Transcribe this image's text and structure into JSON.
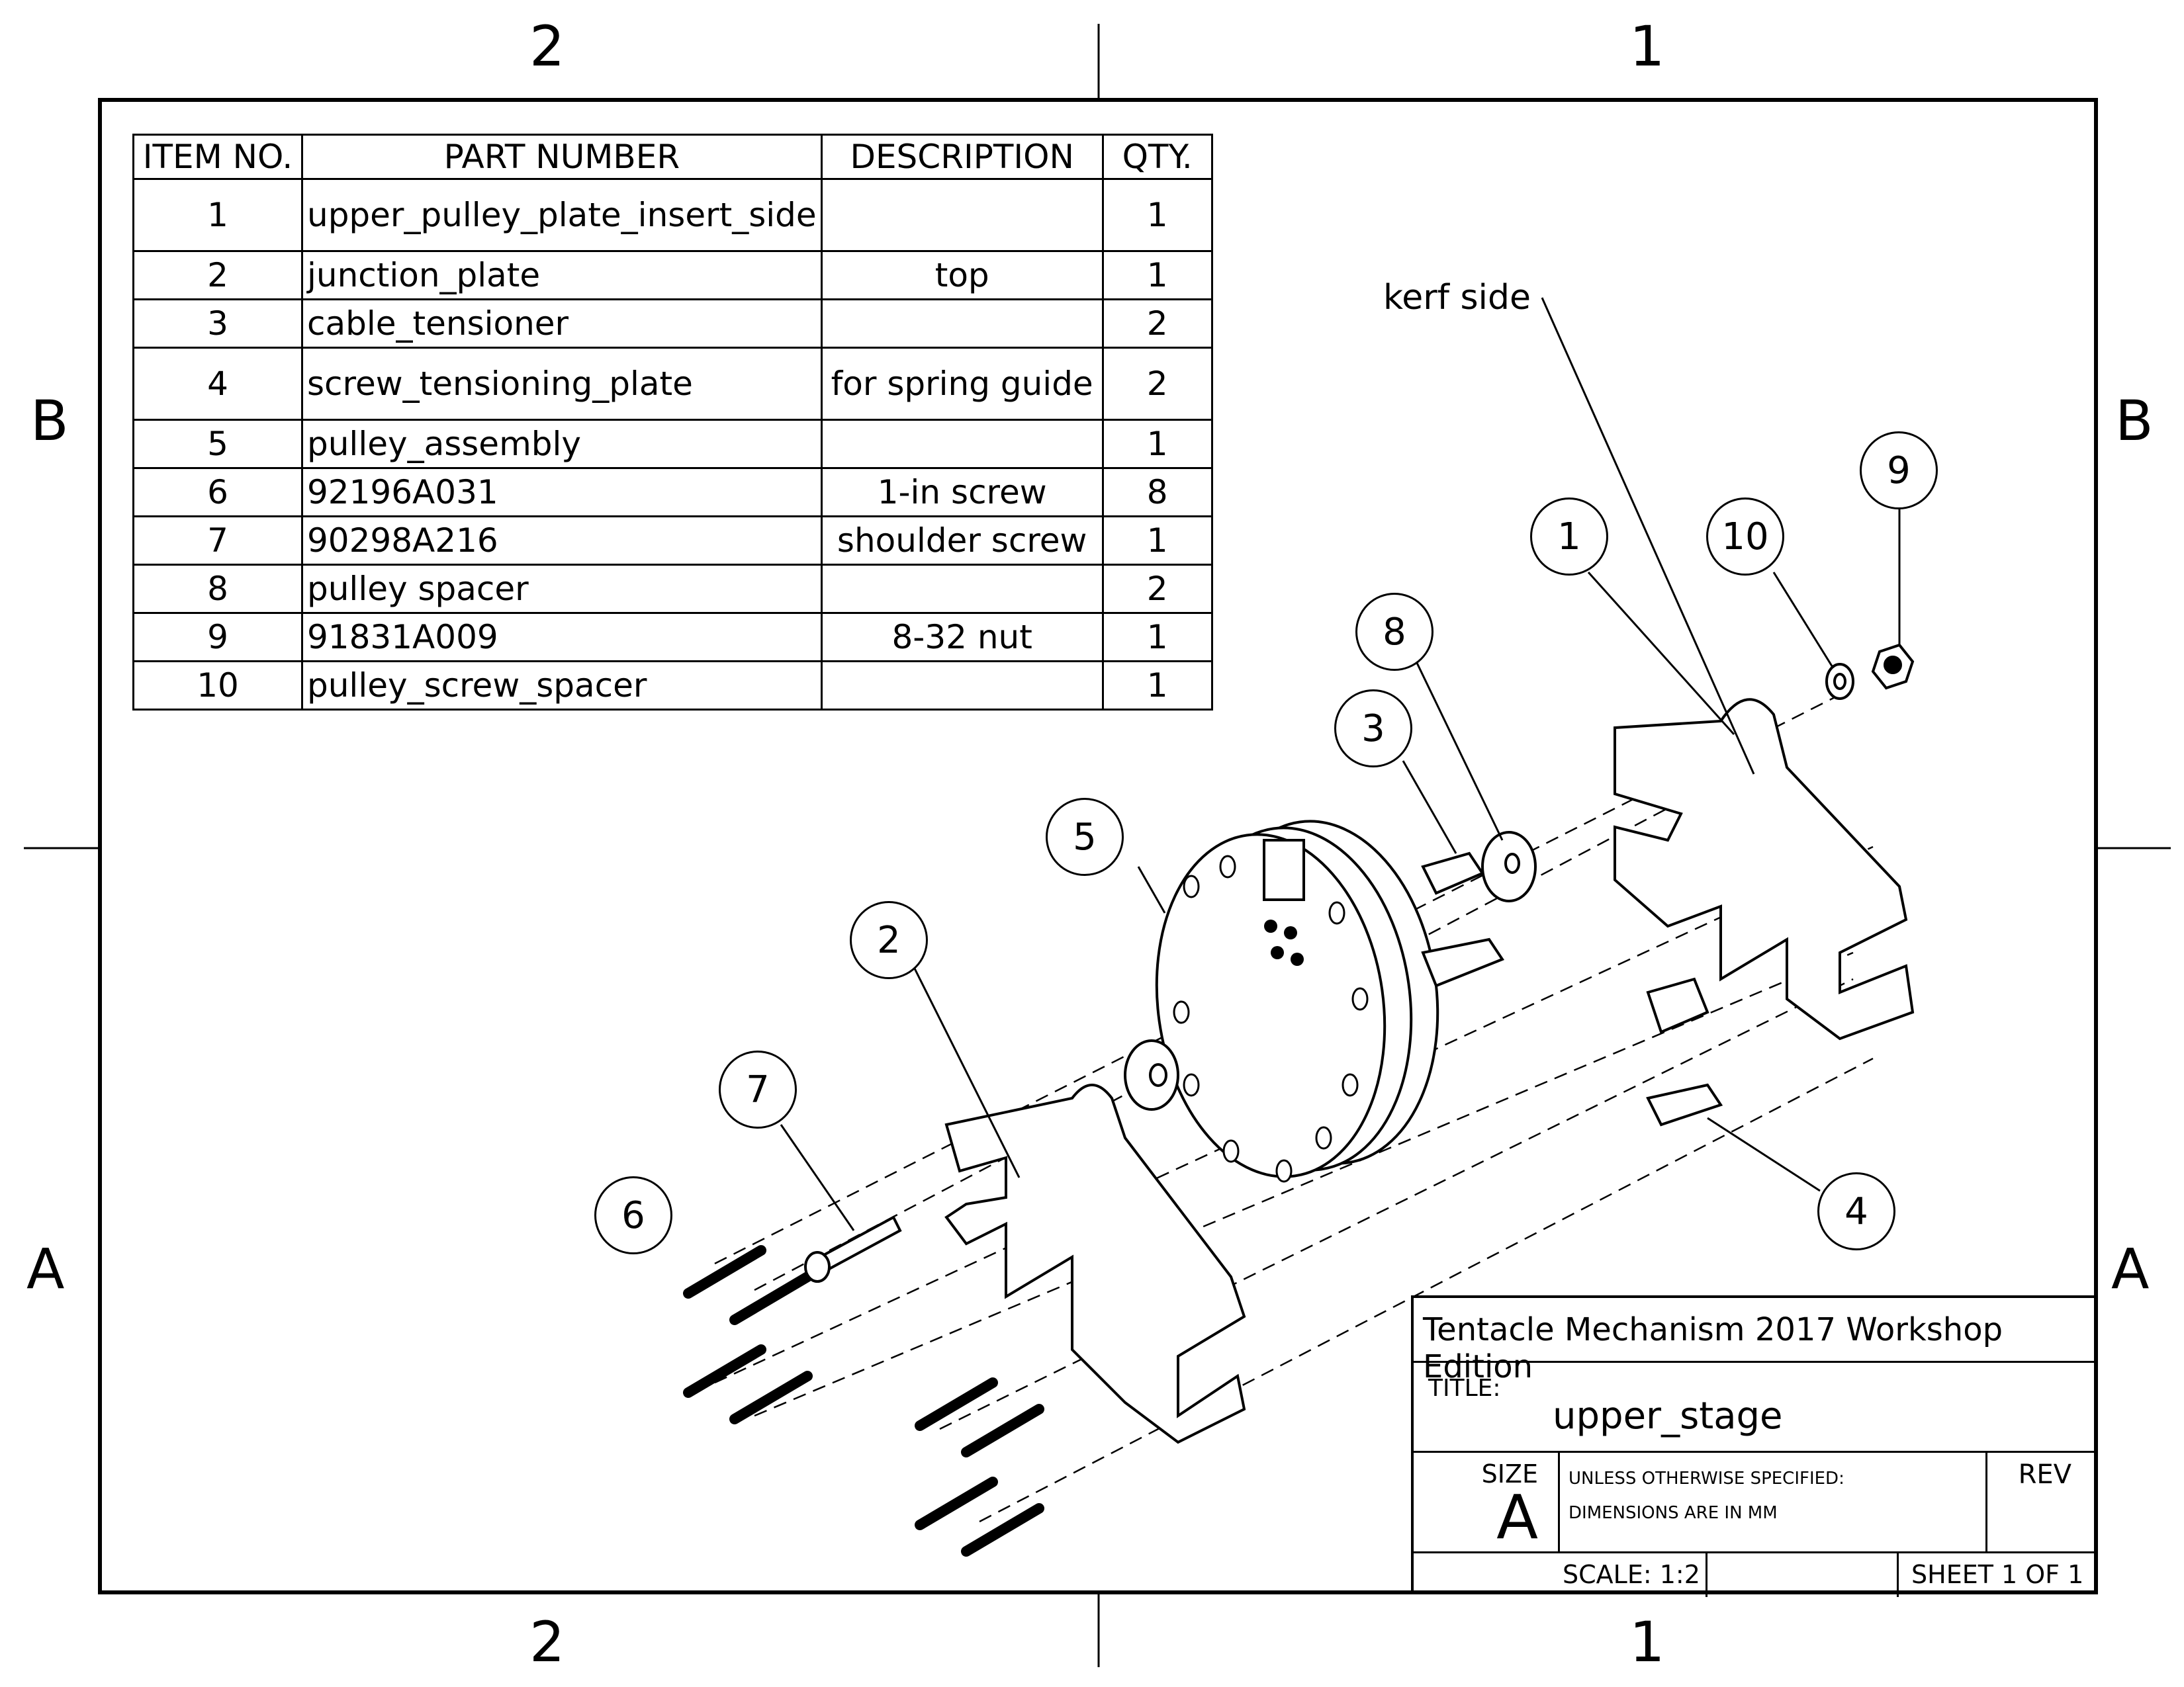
{
  "zones": {
    "top": [
      "2",
      "1"
    ],
    "bottom": [
      "2",
      "1"
    ],
    "left": [
      "B",
      "A"
    ],
    "right": [
      "B",
      "A"
    ]
  },
  "bom": {
    "headers": [
      "ITEM NO.",
      "PART NUMBER",
      "DESCRIPTION",
      "QTY."
    ],
    "rows": [
      {
        "item": "1",
        "part": "upper_pulley_plate_insert_side",
        "desc": "",
        "qty": "1"
      },
      {
        "item": "2",
        "part": "junction_plate",
        "desc": "top",
        "qty": "1"
      },
      {
        "item": "3",
        "part": "cable_tensioner",
        "desc": "",
        "qty": "2"
      },
      {
        "item": "4",
        "part": "screw_tensioning_plate",
        "desc": "for spring guide",
        "qty": "2"
      },
      {
        "item": "5",
        "part": "pulley_assembly",
        "desc": "",
        "qty": "1"
      },
      {
        "item": "6",
        "part": "92196A031",
        "desc": "1-in screw",
        "qty": "8"
      },
      {
        "item": "7",
        "part": "90298A216",
        "desc": "shoulder screw",
        "qty": "1"
      },
      {
        "item": "8",
        "part": "pulley spacer",
        "desc": "",
        "qty": "2"
      },
      {
        "item": "9",
        "part": "91831A009",
        "desc": "8-32 nut",
        "qty": "1"
      },
      {
        "item": "10",
        "part": "pulley_screw_spacer",
        "desc": "",
        "qty": "1"
      }
    ]
  },
  "annotations": {
    "kerf_note": "kerf side",
    "balloons": [
      "1",
      "2",
      "3",
      "4",
      "5",
      "6",
      "7",
      "8",
      "9",
      "10"
    ]
  },
  "title_block": {
    "project": "Tentacle Mechanism 2017 Workshop Edition",
    "title_label": "TITLE:",
    "title": "upper_stage",
    "size_label": "SIZE",
    "size": "A",
    "notes_line1": "UNLESS OTHERWISE SPECIFIED:",
    "notes_line2": "DIMENSIONS ARE IN MM",
    "rev_label": "REV",
    "scale": "SCALE: 1:2",
    "sheet": "SHEET 1 OF 1"
  }
}
